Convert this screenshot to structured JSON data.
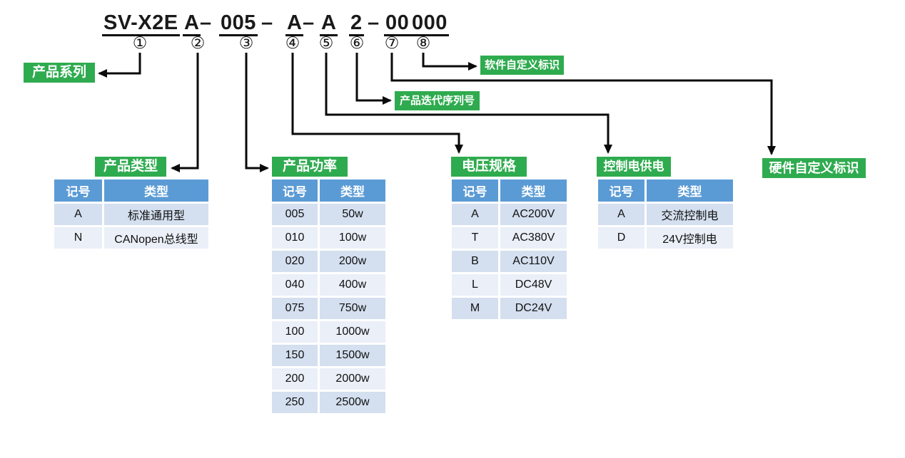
{
  "model_code": {
    "segments": [
      "SV-X2E",
      "A",
      "–",
      "005",
      "–",
      "A",
      "–",
      "A",
      "2",
      "–",
      "00",
      "000"
    ],
    "markers": [
      "①",
      "②",
      "③",
      "④",
      "⑤",
      "⑥",
      "⑦",
      "⑧"
    ]
  },
  "callouts": [
    {
      "marker": "①",
      "label": "产品系列"
    },
    {
      "marker": "②",
      "label": "产品类型"
    },
    {
      "marker": "③",
      "label": "产品功率"
    },
    {
      "marker": "④",
      "label": "电压规格"
    },
    {
      "marker": "⑤",
      "label": "控制电供电"
    },
    {
      "marker": "⑥",
      "label": "产品迭代序列号"
    },
    {
      "marker": "⑦",
      "label": "硬件自定义标识"
    },
    {
      "marker": "⑧",
      "label": "软件自定义标识"
    }
  ],
  "tables": [
    {
      "title": "产品类型",
      "headers": [
        "记号",
        "类型"
      ],
      "rows": [
        [
          "A",
          "标准通用型"
        ],
        [
          "N",
          "CANopen总线型"
        ]
      ]
    },
    {
      "title": "产品功率",
      "headers": [
        "记号",
        "类型"
      ],
      "rows": [
        [
          "005",
          "50w"
        ],
        [
          "010",
          "100w"
        ],
        [
          "020",
          "200w"
        ],
        [
          "040",
          "400w"
        ],
        [
          "075",
          "750w"
        ],
        [
          "100",
          "1000w"
        ],
        [
          "150",
          "1500w"
        ],
        [
          "200",
          "2000w"
        ],
        [
          "250",
          "2500w"
        ]
      ]
    },
    {
      "title": "电压规格",
      "headers": [
        "记号",
        "类型"
      ],
      "rows": [
        [
          "A",
          "AC200V"
        ],
        [
          "T",
          "AC380V"
        ],
        [
          "B",
          "AC110V"
        ],
        [
          "L",
          "DC48V"
        ],
        [
          "M",
          "DC24V"
        ]
      ]
    },
    {
      "title": "控制电供电",
      "headers": [
        "记号",
        "类型"
      ],
      "rows": [
        [
          "A",
          "交流控制电"
        ],
        [
          "D",
          "24V控制电"
        ]
      ]
    }
  ],
  "colors": {
    "callout_green": "#2FAB4F",
    "table_header_blue": "#5B9BD5",
    "row_band_dark": "#D4DFEF",
    "row_band_light": "#EAEFF8",
    "ink": "#0A0A0A"
  }
}
